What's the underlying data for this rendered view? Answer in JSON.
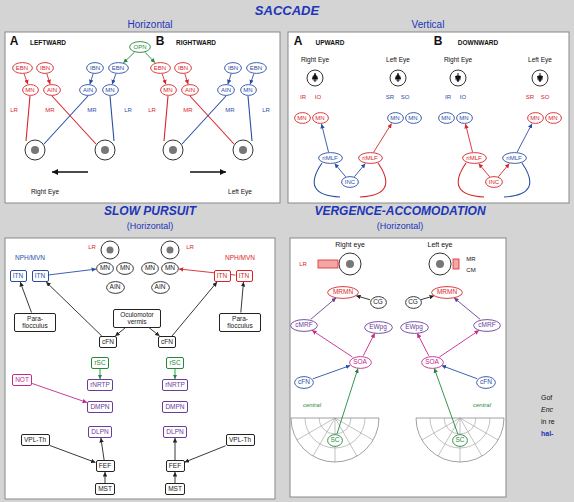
{
  "diagram": {
    "title": "SACCADE",
    "nodes": [
      {
        "text": [
          "OPN"
        ]
      },
      {
        "text": [
          "EBN"
        ]
      },
      {
        "text": [
          "IBN"
        ]
      },
      {
        "text": [
          "IBN"
        ]
      },
      {
        "text": [
          "EBN"
        ]
      },
      {
        "text": [
          "MN"
        ]
      },
      {
        "text": [
          "AIN"
        ]
      },
      {
        "text": [
          "AIN"
        ]
      },
      {
        "text": [
          "MN"
        ]
      },
      {
        "text": [
          "EBN"
        ]
      },
      {
        "text": [
          "IBN"
        ]
      },
      {
        "text": [
          "IBN"
        ]
      },
      {
        "text": [
          "EBN"
        ]
      },
      {
        "text": [
          "MN"
        ]
      },
      {
        "text": [
          "AIN"
        ]
      },
      {
        "text": [
          "AIN"
        ]
      },
      {
        "text": [
          "MN"
        ]
      },
      {
        "text": [
          "MN"
        ]
      },
      {
        "text": [
          "MN"
        ]
      },
      {
        "text": [
          "MN"
        ]
      },
      {
        "text": [
          "MN"
        ]
      },
      {
        "text": [
          "riMLF"
        ]
      },
      {
        "text": [
          "riMLF"
        ]
      },
      {
        "text": [
          "INC"
        ]
      },
      {
        "text": [
          "MN"
        ]
      },
      {
        "text": [
          "MN"
        ]
      },
      {
        "text": [
          "MN"
        ]
      },
      {
        "text": [
          "MN"
        ]
      },
      {
        "text": [
          "riMLF"
        ]
      },
      {
        "text": [
          "riMLF"
        ]
      },
      {
        "text": [
          "INC"
        ]
      },
      {
        "text": [
          "ITN"
        ]
      },
      {
        "text": [
          "ITN"
        ]
      },
      {
        "text": [
          "ITN"
        ]
      },
      {
        "text": [
          "ITN"
        ]
      },
      {
        "text": [
          "MN"
        ]
      },
      {
        "text": [
          "MN"
        ]
      },
      {
        "text": [
          "MN"
        ]
      },
      {
        "text": [
          "MN"
        ]
      },
      {
        "text": [
          "AIN"
        ]
      },
      {
        "text": [
          "AIN"
        ]
      },
      {
        "text": [
          "Para-flocculus"
        ]
      },
      {
        "text": [
          "Oculomotor vermis"
        ]
      },
      {
        "text": [
          "Para-flocculus"
        ]
      },
      {
        "text": [
          "cFN"
        ]
      },
      {
        "text": [
          "cFN"
        ]
      },
      {
        "text": [
          "rSC"
        ]
      },
      {
        "text": [
          "rSC"
        ]
      },
      {
        "text": [
          "rNRTP"
        ]
      },
      {
        "text": [
          "rNRTP"
        ]
      },
      {
        "text": [
          "DMPN"
        ]
      },
      {
        "text": [
          "DMPN"
        ]
      },
      {
        "text": [
          "DLPN"
        ]
      },
      {
        "text": [
          "DLPN"
        ]
      },
      {
        "text": [
          "NOT"
        ]
      },
      {
        "text": [
          "VPL-Th"
        ]
      },
      {
        "text": [
          "VPL-Th"
        ]
      },
      {
        "text": [
          "FEF"
        ]
      },
      {
        "text": [
          "FEF"
        ]
      },
      {
        "text": [
          "MST"
        ]
      },
      {
        "text": [
          "MST"
        ]
      },
      {
        "text": [
          "MRMN"
        ]
      },
      {
        "text": [
          "MRMN"
        ]
      },
      {
        "text": [
          "CG"
        ]
      },
      {
        "text": [
          "CG"
        ]
      },
      {
        "text": [
          "cMRF"
        ]
      },
      {
        "text": [
          "cMRF"
        ]
      },
      {
        "text": [
          "EWpg"
        ]
      },
      {
        "text": [
          "EWpg"
        ]
      },
      {
        "text": [
          "SOA"
        ]
      },
      {
        "text": [
          "SOA"
        ]
      },
      {
        "text": [
          "cFN"
        ]
      },
      {
        "text": [
          "cFN"
        ]
      },
      {
        "text": [
          "SC"
        ]
      },
      {
        "text": [
          "SC"
        ]
      }
    ],
    "edges": [
      {
        "from": 0,
        "to": 4,
        "arrow": "to"
      },
      {
        "from": 0,
        "to": 9,
        "arrow": "to"
      },
      {
        "from": 1,
        "to": 5,
        "arrow": "to"
      },
      {
        "from": 2,
        "to": 6,
        "arrow": "to"
      },
      {
        "from": 3,
        "to": 7,
        "arrow": "to"
      },
      {
        "from": 4,
        "to": 8,
        "arrow": "to"
      },
      {
        "from": 9,
        "to": 13,
        "arrow": "to"
      },
      {
        "from": 10,
        "to": 14,
        "arrow": "to"
      },
      {
        "from": 11,
        "to": 15,
        "arrow": "to"
      },
      {
        "from": 12,
        "to": 16,
        "arrow": "to"
      },
      {
        "from": 21,
        "to": 18,
        "arrow": "to"
      },
      {
        "from": 22,
        "to": 19,
        "arrow": "to"
      },
      {
        "from": 23,
        "to": 21,
        "arrow": "to"
      },
      {
        "from": 23,
        "to": 22,
        "arrow": "to"
      },
      {
        "from": 28,
        "to": 25,
        "arrow": "to"
      },
      {
        "from": 29,
        "to": 26,
        "arrow": "to"
      },
      {
        "from": 30,
        "to": 28,
        "arrow": "to"
      },
      {
        "from": 30,
        "to": 29,
        "arrow": "to"
      },
      {
        "from": 41,
        "to": 31,
        "arrow": "to"
      },
      {
        "from": 43,
        "to": 34,
        "arrow": "to"
      },
      {
        "from": 42,
        "to": 44,
        "arrow": "to"
      },
      {
        "from": 42,
        "to": 45,
        "arrow": "to"
      },
      {
        "from": 44,
        "to": 32,
        "arrow": "to"
      },
      {
        "from": 45,
        "to": 33,
        "arrow": "to"
      },
      {
        "from": 32,
        "to": 35,
        "arrow": "to"
      },
      {
        "from": 34,
        "to": 38,
        "arrow": "to"
      },
      {
        "from": 46,
        "to": 48,
        "arrow": "to"
      },
      {
        "from": 47,
        "to": 49,
        "arrow": "to"
      },
      {
        "from": 57,
        "to": 52,
        "arrow": "to"
      },
      {
        "from": 58,
        "to": 53,
        "arrow": "to"
      },
      {
        "from": 59,
        "to": 57,
        "arrow": "to"
      },
      {
        "from": 60,
        "to": 58,
        "arrow": "to"
      },
      {
        "from": 55,
        "to": 57,
        "arrow": "to"
      },
      {
        "from": 56,
        "to": 58,
        "arrow": "to"
      },
      {
        "from": 54,
        "to": 50,
        "arrow": "to"
      },
      {
        "from": 63,
        "to": 61,
        "arrow": "to"
      },
      {
        "from": 64,
        "to": 62,
        "arrow": "to"
      },
      {
        "from": 69,
        "to": 67,
        "arrow": "to"
      },
      {
        "from": 70,
        "to": 68,
        "arrow": "to"
      },
      {
        "from": 65,
        "to": 61,
        "arrow": "to"
      },
      {
        "from": 66,
        "to": 62,
        "arrow": "to"
      },
      {
        "from": 73,
        "to": 69,
        "arrow": "to"
      },
      {
        "from": 74,
        "to": 70,
        "arrow": "to"
      },
      {
        "from": 71,
        "to": 69,
        "arrow": "to"
      },
      {
        "from": 72,
        "to": 70,
        "arrow": "to"
      },
      {
        "from": 69,
        "to": 65,
        "arrow": "to"
      },
      {
        "from": 70,
        "to": 66,
        "arrow": "to"
      }
    ],
    "labels": [
      "Horizontal",
      "Vertical",
      "SLOW PURSUIT",
      "(Horizontal)",
      "VERGENCE-ACCOMODATION",
      "(Horizontal)",
      "A",
      "LEFTWARD",
      "B",
      "RIGHTWARD",
      "A",
      "UPWARD",
      "B",
      "DOWNWARD",
      "LR",
      "MR",
      "MR",
      "LR",
      "LR",
      "MR",
      "MR",
      "LR",
      "Right Eye",
      "Left Eye",
      "Right Eye",
      "Left Eye",
      "Right Eye",
      "Left Eye",
      "IR",
      "IO",
      "SR",
      "SO",
      "IR",
      "IO",
      "SR",
      "SO",
      "NPH/MVN",
      "NPH/MVN",
      "LR",
      "LR",
      "Right eye",
      "Left eye",
      "LR",
      "MR",
      "CM",
      "central",
      "central",
      "Gof",
      "Enc",
      "in re",
      "hal-"
    ]
  }
}
